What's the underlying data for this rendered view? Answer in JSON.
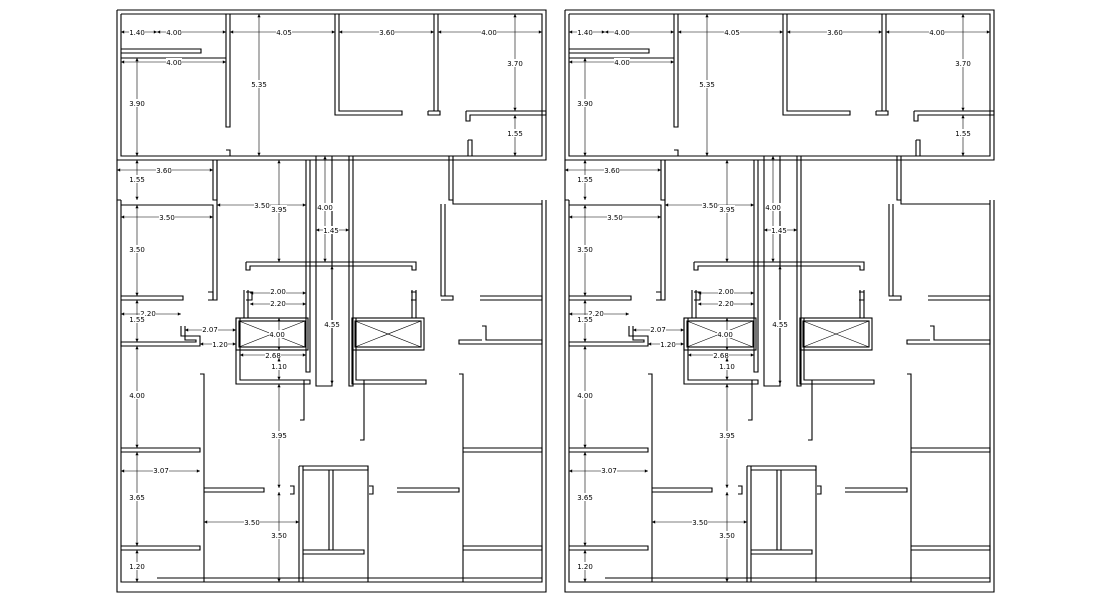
{
  "colors": {
    "background": "#ffffff",
    "linework": "#000000"
  },
  "plans": [
    {
      "name": "floor-plan-left",
      "labels": {
        "w_1_40": "1.40",
        "w_4_00_top": "4.00",
        "w_4_05": "4.05",
        "w_3_60_top": "3.60",
        "w_4_00_right": "4.00",
        "w_4_00_second": "4.00",
        "h_3_70": "3.70",
        "h_3_90": "3.90",
        "h_5_35": "5.35",
        "h_1_55_right": "1.55",
        "w_3_60_mid": "3.60",
        "h_1_55_left": "1.55",
        "w_3_50_left": "3.50",
        "w_3_50_mid": "3.50",
        "h_3_95_top": "3.95",
        "h_4_00_shaft": "4.00",
        "w_1_45": "1.45",
        "h_3_50_left": "3.50",
        "w_2_00": "2.00",
        "w_2_20_mid": "2.20",
        "w_2_20_left": "2.20",
        "h_1_55_low": "1.55",
        "w_2_07": "2.07",
        "h_4_00_lift": "4.00",
        "w_1_20": "1.20",
        "h_4_55": "4.55",
        "w_2_68": "2.68",
        "w_1_10": "1.10",
        "h_4_00_left": "4.00",
        "h_3_95_low": "3.95",
        "w_3_07": "3.07",
        "h_3_65": "3.65",
        "w_3_50_low": "3.50",
        "h_3_50_low": "3.50",
        "h_1_20": "1.20"
      }
    },
    {
      "name": "floor-plan-right",
      "labels": {
        "w_1_40": "1.40",
        "w_4_00_top": "4.00",
        "w_4_05": "4.05",
        "w_3_60_top": "3.60",
        "w_4_00_right": "4.00",
        "w_4_00_second": "4.00",
        "h_3_70": "3.70",
        "h_3_90": "3.90",
        "h_5_35": "5.35",
        "h_1_55_right": "1.55",
        "w_3_60_mid": "3.60",
        "h_1_55_left": "1.55",
        "w_3_50_left": "3.50",
        "w_3_50_mid": "3.50",
        "h_3_95_top": "3.95",
        "h_4_00_shaft": "4.00",
        "w_1_45": "1.45",
        "h_3_50_left": "3.50",
        "w_2_00": "2.00",
        "w_2_20_mid": "2.20",
        "w_2_20_left": "2.20",
        "h_1_55_low": "1.55",
        "w_2_07": "2.07",
        "h_4_00_lift": "4.00",
        "w_1_20": "1.20",
        "h_4_55": "4.55",
        "w_2_68": "2.68",
        "w_1_10": "1.10",
        "h_4_00_left": "4.00",
        "h_3_95_low": "3.95",
        "w_3_07": "3.07",
        "h_3_65": "3.65",
        "w_3_50_low": "3.50",
        "h_3_50_low": "3.50",
        "h_1_20": "1.20"
      }
    }
  ]
}
